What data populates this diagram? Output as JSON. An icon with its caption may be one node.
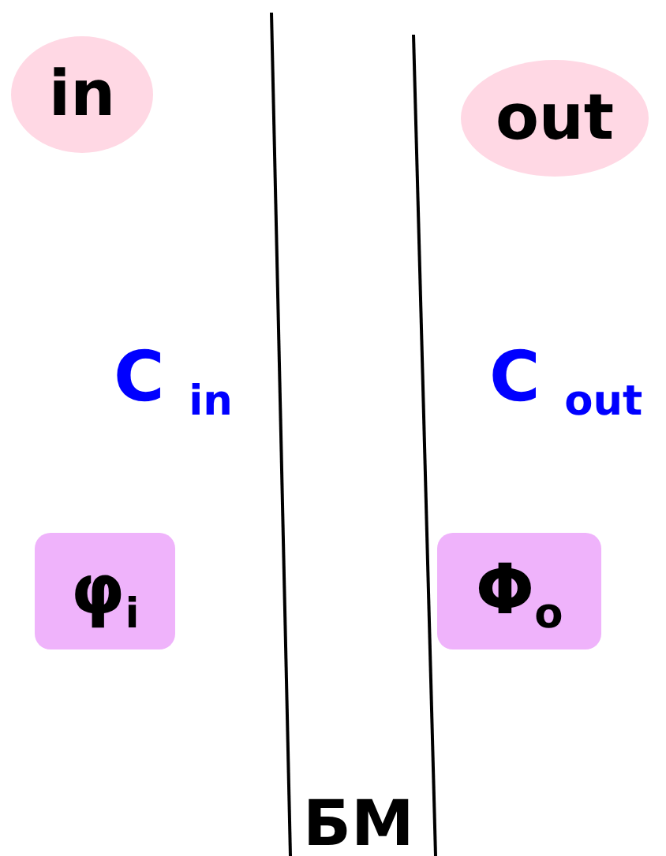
{
  "diagram": {
    "nodes": [
      {
        "text": [
          "in"
        ]
      },
      {
        "text": [
          "out"
        ]
      },
      {
        "text": [
          "φ$_{i}$"
        ]
      },
      {
        "text": [
          "Φ$_{o}$"
        ]
      }
    ],
    "labels": [
      "C $_{in}$",
      "C $_{out}$",
      "БМ"
    ]
  }
}
